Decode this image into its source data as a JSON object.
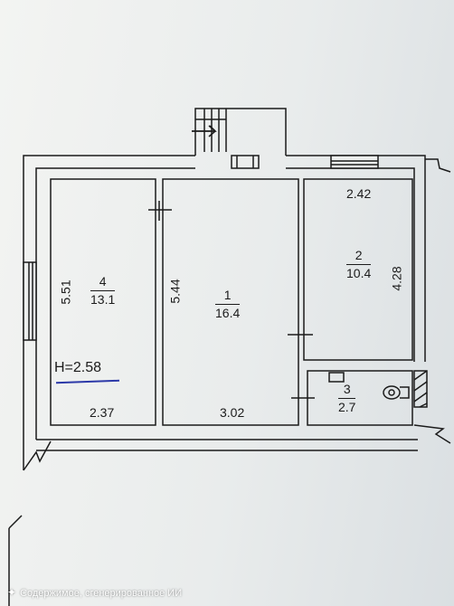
{
  "rooms": [
    {
      "number": "4",
      "area": "13.1",
      "width": "2.37",
      "length": "5.51"
    },
    {
      "number": "1",
      "area": "16.4",
      "width": "3.02",
      "length": "5.44"
    },
    {
      "number": "2",
      "area": "10.4",
      "width": "2.42",
      "length": "4.28"
    },
    {
      "number": "3",
      "area": "2.7"
    }
  ],
  "ceiling_height": "H=2.58",
  "footer": {
    "icon": "sparkle-icon",
    "text": "Содержимое, сгенерированное ИИ"
  },
  "colors": {
    "line": "#1b1b1b",
    "paper": "#eceeed",
    "underline": "#2c39a8"
  }
}
